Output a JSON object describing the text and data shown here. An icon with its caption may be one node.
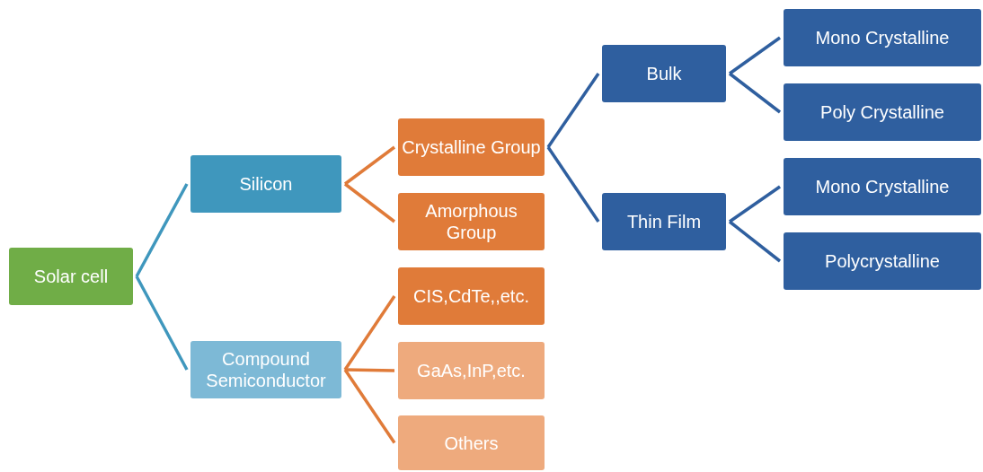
{
  "diagram": {
    "nodes": [
      {
        "text": [
          "Solar cell"
        ]
      },
      {
        "text": [
          "Silicon"
        ]
      },
      {
        "text": [
          "Compound Semiconductor"
        ]
      },
      {
        "text": [
          "Crystalline Group"
        ]
      },
      {
        "text": [
          "Amorphous Group"
        ]
      },
      {
        "text": [
          "CIS,CdTe,,etc."
        ]
      },
      {
        "text": [
          "GaAs,InP,etc."
        ]
      },
      {
        "text": [
          "Others"
        ]
      },
      {
        "text": [
          "Bulk"
        ]
      },
      {
        "text": [
          "Thin Film"
        ]
      },
      {
        "text": [
          "Mono Crystalline"
        ]
      },
      {
        "text": [
          "Poly Crystalline"
        ]
      },
      {
        "text": [
          "Mono Crystalline"
        ]
      },
      {
        "text": [
          "Polycrystalline"
        ]
      }
    ],
    "edges": [
      {
        "from": 0,
        "to": 1,
        "arrow": "none",
        "color": "#3f97bd"
      },
      {
        "from": 0,
        "to": 2,
        "arrow": "none",
        "color": "#3f97bd"
      },
      {
        "from": 1,
        "to": 3,
        "arrow": "none",
        "color": "#e07b39"
      },
      {
        "from": 1,
        "to": 4,
        "arrow": "none",
        "color": "#e07b39"
      },
      {
        "from": 2,
        "to": 5,
        "arrow": "none",
        "color": "#e07b39"
      },
      {
        "from": 2,
        "to": 6,
        "arrow": "none",
        "color": "#e07b39"
      },
      {
        "from": 2,
        "to": 7,
        "arrow": "none",
        "color": "#e07b39"
      },
      {
        "from": 3,
        "to": 8,
        "arrow": "none"
      },
      {
        "from": 3,
        "to": 9,
        "arrow": "none"
      },
      {
        "from": 8,
        "to": 10,
        "arrow": "none"
      },
      {
        "from": 8,
        "to": 11,
        "arrow": "none"
      },
      {
        "from": 9,
        "to": 12,
        "arrow": "none"
      },
      {
        "from": 9,
        "to": 13,
        "arrow": "none"
      }
    ]
  }
}
